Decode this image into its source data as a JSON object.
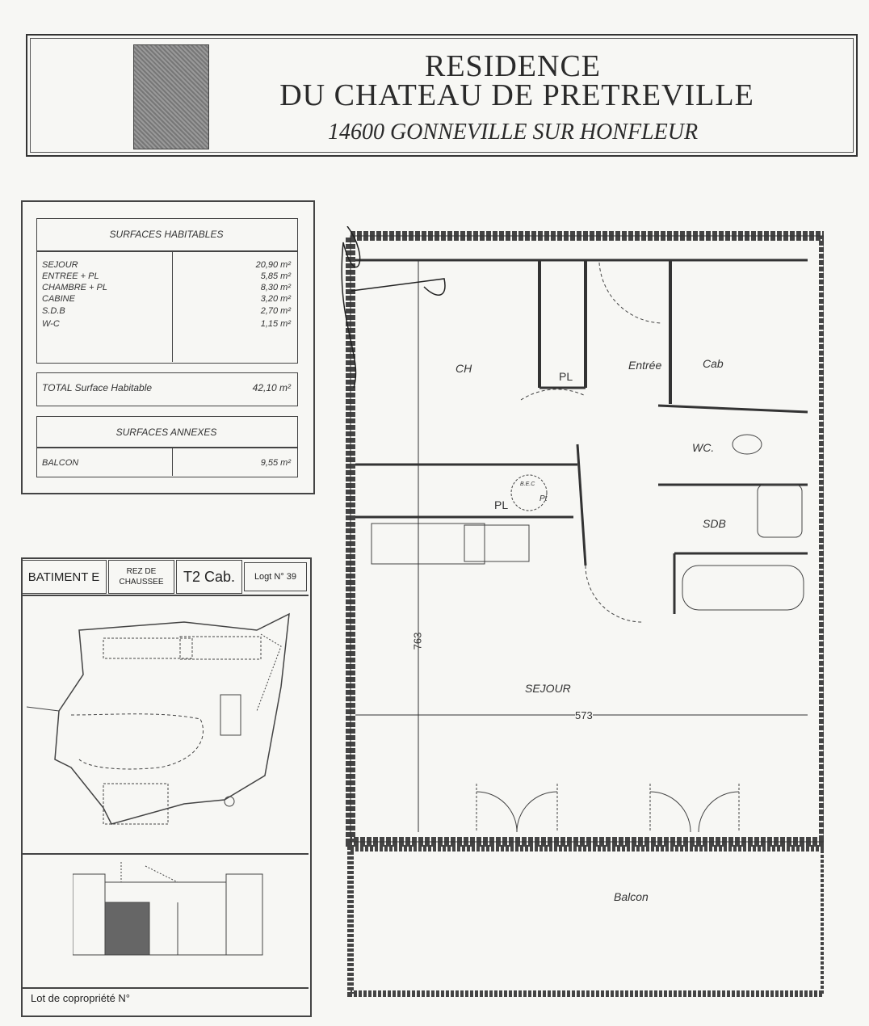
{
  "header": {
    "title_line1": "RESIDENCE",
    "title_line2": "DU CHATEAU DE PRETREVILLE",
    "address": "14600 GONNEVILLE SUR HONFLEUR"
  },
  "surfaces": {
    "habitable_title": "SURFACES HABITABLES",
    "rows": [
      {
        "label": "SEJOUR",
        "value": "20,90 m²"
      },
      {
        "label": "ENTREE + PL",
        "value": "5,85 m²"
      },
      {
        "label": "CHAMBRE + PL",
        "value": "8,30 m²"
      },
      {
        "label": "CABINE",
        "value": "3,20 m²"
      },
      {
        "label": "S.D.B",
        "value": "2,70 m²"
      },
      {
        "label": "W-C",
        "value": "1,15 m²"
      }
    ],
    "total_label": "TOTAL Surface Habitable",
    "total_value": "42,10 m²",
    "annexes_title": "SURFACES ANNEXES",
    "annex_label": "BALCON",
    "annex_value": "9,55 m²"
  },
  "batiment": {
    "building": "BATIMENT  E",
    "level_line1": "REZ DE",
    "level_line2": "CHAUSSEE",
    "type": "T2 Cab.",
    "logt": "Logt  N° 39",
    "lot_label": "Lot de copropriété N°"
  },
  "plan": {
    "rooms": {
      "ch": "CH",
      "pl1": "PL",
      "entree": "Entrée",
      "cab": "Cab",
      "wc": "WC.",
      "sdb": "SDB",
      "pl2": "PL",
      "bec": "B.E.C",
      "pt": "Pt",
      "sejour": "SEJOUR",
      "balcon": "Balcon"
    },
    "dim_vertical": "763",
    "dim_horizontal": "573"
  }
}
